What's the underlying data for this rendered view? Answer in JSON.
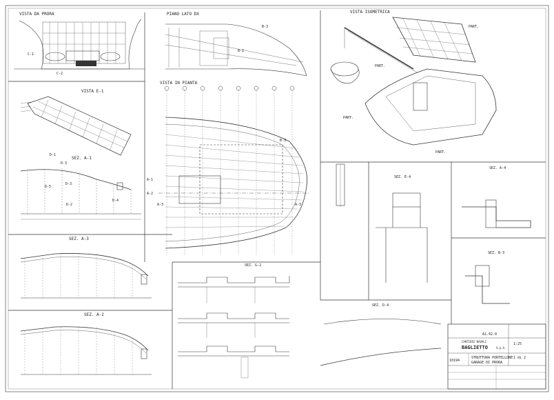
{
  "views": {
    "front": "VISTA DA PRORA",
    "side": "PIANO LATO DX",
    "plan": "VISTA IN PIANTA",
    "iso": "VISTA ISOMETRICA",
    "e1": "VISTA E-1",
    "secA1": "SEZ. A-1",
    "secA3": "SEZ. A-3",
    "secA2": "SEZ. A-2",
    "secA4": "SEZ. A-4",
    "secB3": "SEZ. B-3",
    "secG2": "SEZ. G-2",
    "secD4": "SEZ. D-4",
    "secE4": "SEZ. E-4"
  },
  "callouts": {
    "c1": "C-1",
    "c2": "C-2",
    "b3": "B-3",
    "b2": "B-2",
    "d1": "D-1",
    "d2": "D-2",
    "d3": "D-3",
    "d4": "D-4",
    "d5": "D-5",
    "a1": "A-1",
    "a2": "A-2",
    "a3": "A-3",
    "part": "PART."
  },
  "titleBlock": {
    "company": "CANTIERI NAVALI",
    "brand": "BAGLIETTO",
    "spa": "S.p.A.",
    "drawingNo": "10194",
    "title1": "STRUTTURA PORTELLONE",
    "title2": "GARAGE DI PRORA",
    "scale": "1:25",
    "sheet": "1 di 2",
    "revision": "A1.42.0"
  }
}
